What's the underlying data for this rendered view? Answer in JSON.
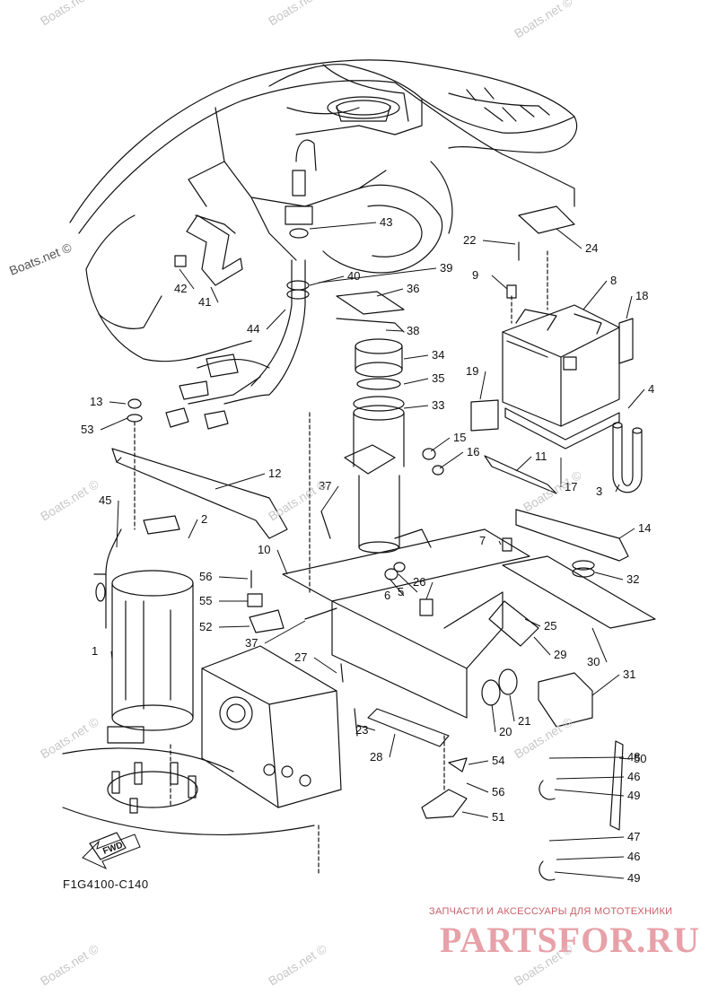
{
  "diagram": {
    "code": "F1G4100-C140",
    "fwd_label": "FWD",
    "parts": [
      "1",
      "2",
      "3",
      "4",
      "5",
      "6",
      "7",
      "8",
      "9",
      "10",
      "11",
      "12",
      "13",
      "14",
      "15",
      "16",
      "17",
      "18",
      "19",
      "20",
      "21",
      "22",
      "23",
      "24",
      "25",
      "26",
      "27",
      "28",
      "29",
      "30",
      "31",
      "32",
      "33",
      "34",
      "35",
      "36",
      "37",
      "38",
      "39",
      "40",
      "41",
      "42",
      "43",
      "44",
      "45",
      "46",
      "47",
      "48",
      "49",
      "50",
      "51",
      "52",
      "53",
      "54",
      "55",
      "56"
    ]
  },
  "watermark": {
    "text": "Boats.net ©"
  },
  "brand": {
    "subtitle": "ЗАПЧАСТИ И АКСЕССУАРЫ ДЛЯ МОТОТЕХНИКИ",
    "logo": "PARTSFOR.RU"
  }
}
